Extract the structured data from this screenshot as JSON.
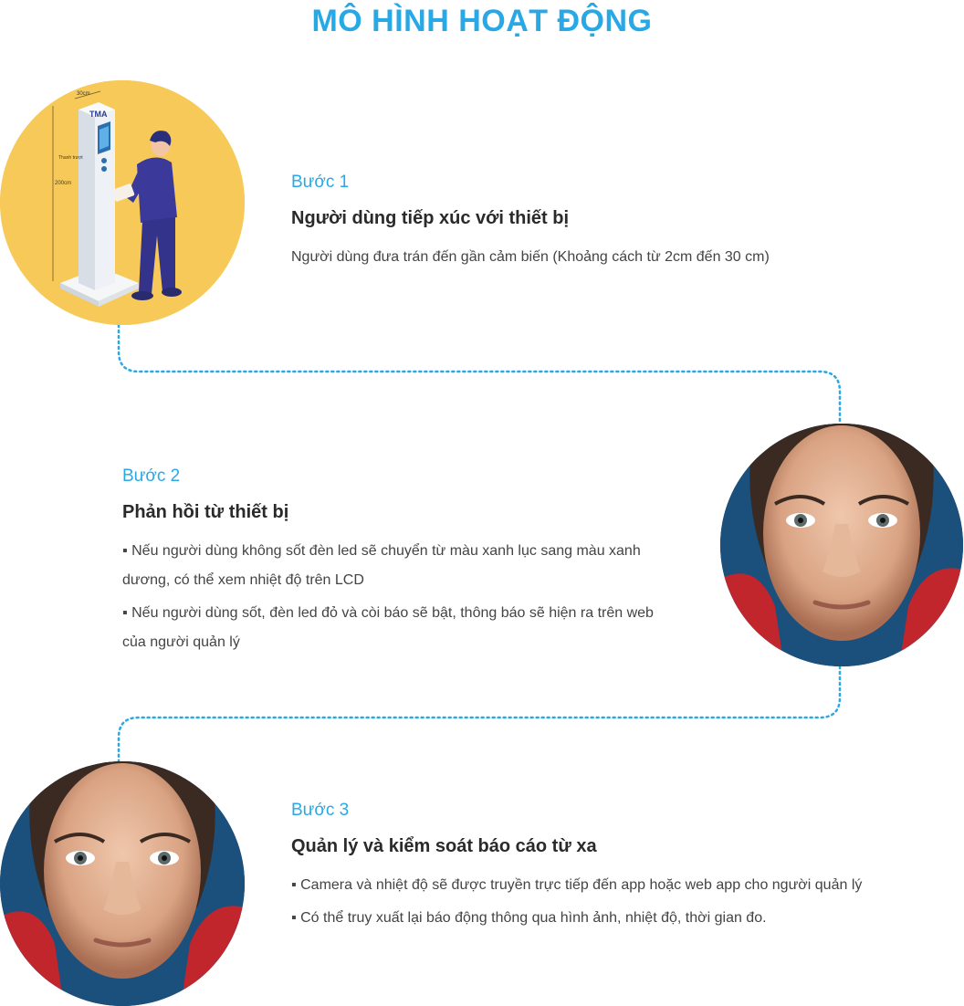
{
  "page": {
    "title": "MÔ HÌNH HOẠT ĐỘNG"
  },
  "colors": {
    "accent": "#29a8e6",
    "circle_yellow": "#f7c958",
    "circle_blue": "#1b4f7c",
    "device_body": "#e9eef3",
    "person_suit": "#3b3a9a",
    "scarf_red": "#c0262b"
  },
  "illustration": {
    "device_screen_label": "TMA",
    "dim_width": "30cm",
    "dim_height": "200cm",
    "dim_side": "Thanh trượt"
  },
  "steps": [
    {
      "label": "Bước 1",
      "title": "Người dùng tiếp xúc với thiết bị",
      "lines": [
        "Người dùng đưa trán đến gần cảm biến (Khoảng cách từ 2cm đến 30 cm)"
      ]
    },
    {
      "label": "Bước 2",
      "title": "Phản hồi từ thiết bị",
      "lines": [
        "Nếu người dùng không sốt đèn led sẽ chuyển từ màu xanh lục sang màu xanh dương,  có thể xem nhiệt độ trên LCD",
        "Nếu người dùng sốt, đèn led đỏ và còi báo sẽ bật, thông báo sẽ hiện ra trên web của người quản lý"
      ]
    },
    {
      "label": "Bước 3",
      "title": "Quản lý và kiểm soát báo cáo từ xa",
      "lines": [
        "Camera và nhiệt độ sẽ được truyền trực tiếp đến app hoặc web app cho người quản lý",
        "Có thể truy xuất lại báo động thông qua hình ảnh, nhiệt độ, thời gian đo."
      ]
    }
  ]
}
